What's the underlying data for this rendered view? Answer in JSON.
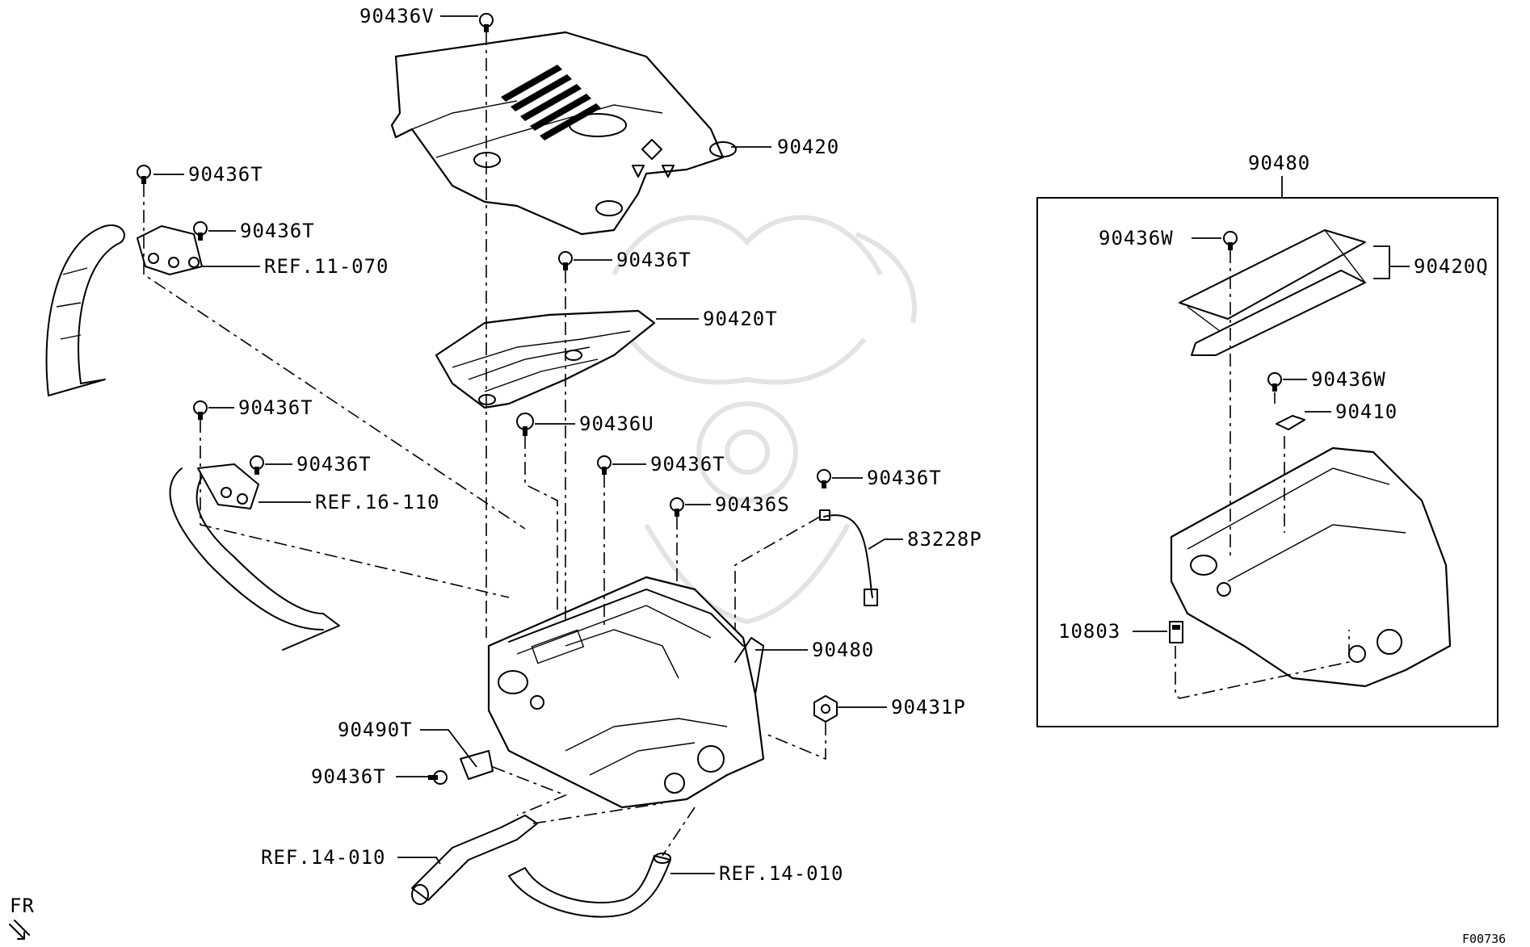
{
  "diagram": {
    "labels": {
      "p90436V": "90436V",
      "p90420": "90420",
      "p90436T_a": "90436T",
      "p90436T_b": "90436T",
      "ref11": "REF.11-070",
      "p90436T_c": "90436T",
      "p90420T": "90420T",
      "p90436T_d": "90436T",
      "p90436T_e": "90436T",
      "ref16": "REF.16-110",
      "p90436U": "90436U",
      "p90436T_f": "90436T",
      "p90436T_g": "90436T",
      "p90436S": "90436S",
      "p83228P": "83228P",
      "p90480_main": "90480",
      "p90431P": "90431P",
      "p90490T": "90490T",
      "p90436T_h": "90436T",
      "ref14_a": "REF.14-010",
      "ref14_b": "REF.14-010",
      "p90480_box": "90480",
      "p90436W_a": "90436W",
      "p90420Q": "90420Q",
      "p90436W_b": "90436W",
      "p90410": "90410",
      "p10803": "10803",
      "fr": "FR",
      "fig": "F00736"
    }
  }
}
